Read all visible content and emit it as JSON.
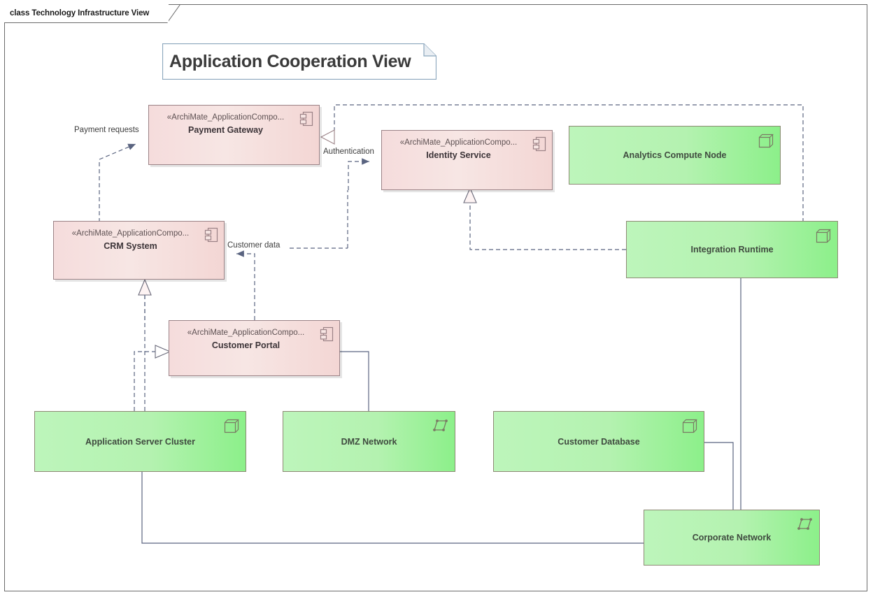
{
  "frame": {
    "tab_label": "class Technology Infrastructure View"
  },
  "title_note": {
    "text": "Application Cooperation View"
  },
  "colors": {
    "application_fill_light": "#f5dcdc",
    "application_fill_dark": "#f3d6d4",
    "application_border": "#9b8286",
    "technology_fill_light": "#bdf5bb",
    "technology_fill_dark": "#8cf08a",
    "technology_border": "#8d8a74",
    "connector": "#5a6480",
    "frame_border": "#6b6b6b",
    "title_border": "#8ba6bd"
  },
  "application_components": [
    {
      "id": "payment-gateway",
      "stereotype": "«ArchiMate_ApplicationCompo...",
      "name": "Payment Gateway",
      "icon": "component-icon"
    },
    {
      "id": "identity-service",
      "stereotype": "«ArchiMate_ApplicationCompo...",
      "name": "Identity Service",
      "icon": "component-icon"
    },
    {
      "id": "crm-system",
      "stereotype": "«ArchiMate_ApplicationCompo...",
      "name": "CRM System",
      "icon": "component-icon"
    },
    {
      "id": "customer-portal",
      "stereotype": "«ArchiMate_ApplicationCompo...",
      "name": "Customer Portal",
      "icon": "component-icon"
    }
  ],
  "technology_nodes": [
    {
      "id": "analytics-compute-node",
      "name": "Analytics Compute Node",
      "icon": "node-3d-icon"
    },
    {
      "id": "integration-runtime",
      "name": "Integration Runtime",
      "icon": "node-3d-icon"
    },
    {
      "id": "application-server-cluster",
      "name": "Application Server Cluster",
      "icon": "node-3d-icon"
    },
    {
      "id": "dmz-network",
      "name": "DMZ Network",
      "icon": "communication-network-icon"
    },
    {
      "id": "customer-database",
      "name": "Customer Database",
      "icon": "node-3d-icon"
    },
    {
      "id": "corporate-network",
      "name": "Corporate Network",
      "icon": "communication-network-icon"
    }
  ],
  "edge_labels": [
    {
      "id": "payment-requests",
      "text": "Payment requests"
    },
    {
      "id": "authentication",
      "text": "Authentication"
    },
    {
      "id": "customer-data",
      "text": "Customer data"
    }
  ],
  "relationships": [
    {
      "from": "crm-system",
      "to": "payment-gateway",
      "type": "dependency",
      "label": "Payment requests"
    },
    {
      "from": "payment-gateway",
      "to": "identity-service",
      "type": "dependency",
      "label": "Authentication"
    },
    {
      "from": "customer-portal",
      "to": "crm-system",
      "type": "dependency",
      "label": "Customer data"
    },
    {
      "from": "customer-portal",
      "to": "crm-system",
      "type": "realization"
    },
    {
      "from": "application-server-cluster",
      "to": "crm-system",
      "type": "realization"
    },
    {
      "from": "application-server-cluster",
      "to": "customer-portal",
      "type": "realization"
    },
    {
      "from": "integration-runtime",
      "to": "identity-service",
      "type": "realization"
    },
    {
      "from": "integration-runtime",
      "to": "payment-gateway",
      "type": "dependency"
    },
    {
      "from": "customer-portal",
      "to": "dmz-network",
      "type": "association"
    },
    {
      "from": "customer-database",
      "to": "corporate-network",
      "type": "association"
    },
    {
      "from": "integration-runtime",
      "to": "corporate-network",
      "type": "association"
    },
    {
      "from": "application-server-cluster",
      "to": "corporate-network",
      "type": "association"
    }
  ]
}
